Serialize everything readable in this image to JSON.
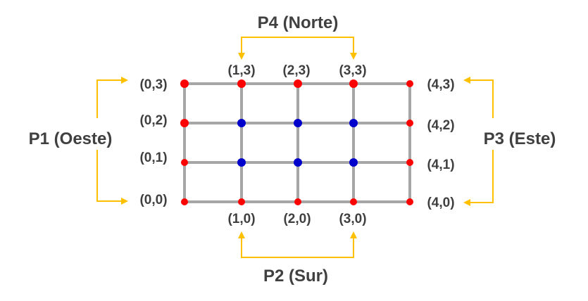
{
  "ports": {
    "north": "P4 (Norte)",
    "south": "P2 (Sur)",
    "west": "P1 (Oeste)",
    "east": "P3 (Este)"
  },
  "colors": {
    "grid": "#a6a6a6",
    "boundary_node": "#ff0000",
    "interior_node": "#0000cc",
    "arrow": "#ffc000",
    "text": "#404040"
  },
  "nodes": {
    "c0_0": "(0,0)",
    "c0_1": "(0,1)",
    "c0_2": "(0,2)",
    "c0_3": "(0,3)",
    "c4_0": "(4,0)",
    "c4_1": "(4,1)",
    "c4_2": "(4,2)",
    "c4_3": "(4,3)",
    "c1_3": "(1,3)",
    "c2_3": "(2,3)",
    "c3_3": "(3,3)",
    "c1_0": "(1,0)",
    "c2_0": "(2,0)",
    "c3_0": "(3,0)"
  }
}
